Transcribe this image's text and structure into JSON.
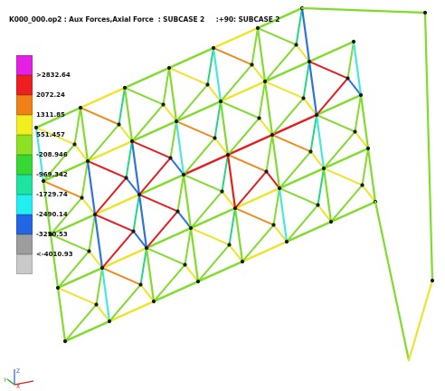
{
  "window": {
    "title": "K000_000.op2 : Aux Forces,Axial Force  : SUBCASE 2     :+90: SUBCASE 2"
  },
  "legend": {
    "colors": [
      "#e520e5",
      "#ee1f1f",
      "#f08018",
      "#f3ee22",
      "#8ee024",
      "#36d836",
      "#1ee3a1",
      "#22f0f0",
      "#2266e6",
      "#9d9d9d",
      "#c9c9c9"
    ],
    "labels": [
      ">2832.64",
      "2072.24",
      "1311.85",
      "551.457",
      "-208.946",
      "-969.342",
      "-1729.74",
      "-2490.14",
      "-3250.53",
      "<-4010.93"
    ]
  },
  "triad": {
    "x_label": "X",
    "y_label": "Y",
    "z_label": "Z"
  }
}
